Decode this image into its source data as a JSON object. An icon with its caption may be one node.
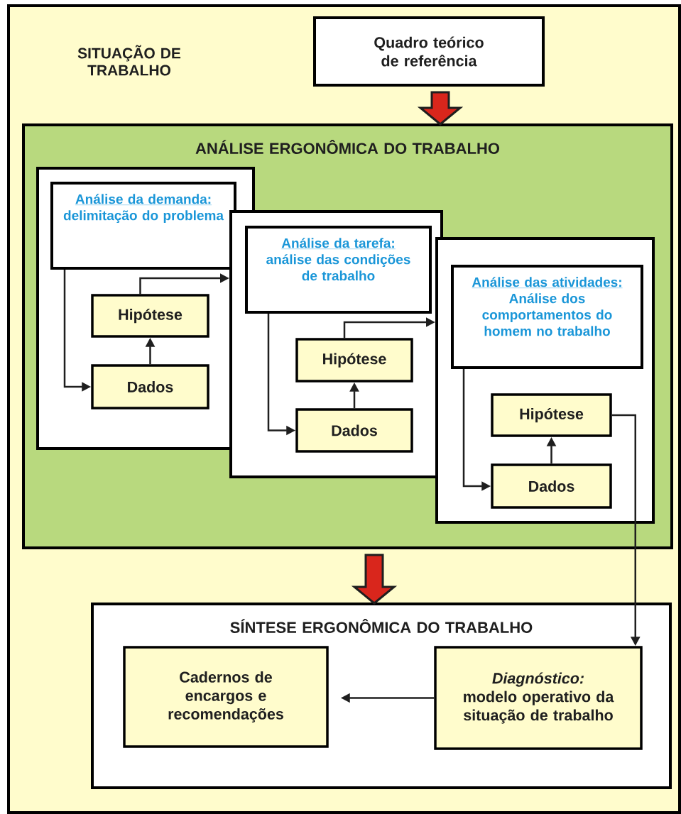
{
  "diagram": {
    "nodes": [
      {
        "text": [
          "SITUAÇÃO DE TRABALHO"
        ]
      },
      {
        "text": [
          "Quadro teórico de referência"
        ],
        "in": 0
      },
      {
        "text": [
          "ANÁLISE ERGONÔMICA DO TRABALHO"
        ],
        "in": 0
      },
      {
        "text": [],
        "shape": "box",
        "in": 2
      },
      {
        "text": [
          "Análise da demanda:",
          "delimitação do problema"
        ],
        "in": 3
      },
      {
        "text": [
          "Hipótese"
        ],
        "in": 3
      },
      {
        "text": [
          "Dados"
        ],
        "in": 3
      },
      {
        "text": [],
        "shape": "box",
        "in": 2
      },
      {
        "text": [
          "Análise da tarefa:",
          "análise das condições de trabalho"
        ],
        "in": 7
      },
      {
        "text": [
          "Hipótese"
        ],
        "in": 7
      },
      {
        "text": [
          "Dados"
        ],
        "in": 7
      },
      {
        "text": [],
        "shape": "box",
        "in": 2
      },
      {
        "text": [
          "Análise das atividades:",
          "Análise dos comportamentos do homem no trabalho"
        ],
        "in": 11
      },
      {
        "text": [
          "Hipótese"
        ],
        "in": 11
      },
      {
        "text": [
          "Dados"
        ],
        "in": 11
      },
      {
        "text": [
          "SÍNTESE ERGONÔMICA DO TRABALHO"
        ],
        "in": 0
      },
      {
        "text": [
          "Cadernos de encargos e recomendações"
        ],
        "in": 15
      },
      {
        "text": [
          "Diagnóstico:",
          "modelo operativo da situação de trabalho"
        ],
        "in": 15
      }
    ],
    "edges": [
      {
        "from": 1,
        "to": 2,
        "arrow": "to",
        "style": "thick",
        "color": "#d9261c"
      },
      {
        "from": 2,
        "to": 15,
        "arrow": "to",
        "style": "thick",
        "color": "#d9261c"
      },
      {
        "from": 4,
        "to": 6,
        "arrow": "to"
      },
      {
        "from": 6,
        "to": 5,
        "arrow": "to"
      },
      {
        "from": 5,
        "to": 7,
        "arrow": "to"
      },
      {
        "from": 8,
        "to": 10,
        "arrow": "to"
      },
      {
        "from": 10,
        "to": 9,
        "arrow": "to"
      },
      {
        "from": 9,
        "to": 11,
        "arrow": "to"
      },
      {
        "from": 12,
        "to": 14,
        "arrow": "to"
      },
      {
        "from": 14,
        "to": 13,
        "arrow": "to"
      },
      {
        "from": 13,
        "to": 17,
        "arrow": "to"
      },
      {
        "from": 17,
        "to": 16,
        "arrow": "to"
      }
    ]
  }
}
